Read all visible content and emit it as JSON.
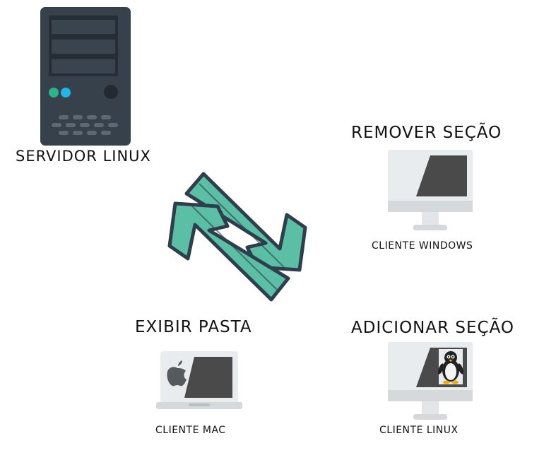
{
  "server": {
    "label": "SERVIDOR LINUX",
    "icon": "server-tower-icon"
  },
  "sync": {
    "icon": "sync-arrows-icon",
    "colors": {
      "fill": "#5bbfa6",
      "stroke": "#2f3e4c"
    }
  },
  "clients": [
    {
      "id": "windows",
      "action": "REMOVER SEÇÃO",
      "name": "CLIENTE WINDOWS",
      "icon": "desktop-monitor-icon"
    },
    {
      "id": "mac",
      "action": "EXIBIR PASTA",
      "name": "CLIENTE MAC",
      "icon": "laptop-apple-icon"
    },
    {
      "id": "linux",
      "action": "ADICIONAR SEÇÃO",
      "name": "CLIENTE LINUX",
      "icon": "desktop-penguin-icon"
    }
  ],
  "palette": {
    "server_body": "#37414b",
    "screen_dark": "#4a4a4a",
    "screen_light": "#e9ecee",
    "stand": "#d5d9dc",
    "led_green": "#2bb389",
    "led_blue": "#1fb6ea"
  }
}
